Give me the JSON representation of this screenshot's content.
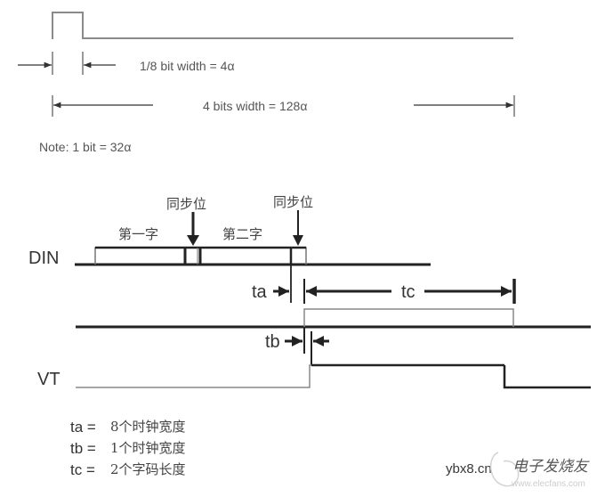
{
  "top_diagram": {
    "pulse_label": "1/8 bit width = 4α",
    "total_label": "4 bits width = 128α",
    "note": "Note: 1 bit = 32α",
    "colors": {
      "line": "#8a8a8a",
      "arrow": "#333333",
      "text": "#555555"
    }
  },
  "timing_diagram": {
    "signals": [
      {
        "name": "DIN"
      },
      {
        "name": ""
      },
      {
        "name": "VT"
      }
    ],
    "din_labels": {
      "word1": "第一字",
      "word2": "第二字",
      "sync1": "同步位",
      "sync2": "同步位"
    },
    "timing_labels": {
      "ta": "ta",
      "tb": "tb",
      "tc": "tc"
    },
    "colors": {
      "line": "#222222",
      "thin_line": "#888888"
    }
  },
  "legend": {
    "items": [
      {
        "key": "ta =",
        "value": "8个时钟宽度"
      },
      {
        "key": "tb =",
        "value": "1个时钟宽度"
      },
      {
        "key": "tc =",
        "value": "2个字码长度"
      }
    ]
  },
  "watermark": {
    "site1": "ybx8.cn",
    "site2_cn": "电子发烧友",
    "site2_url": "www.elecfans.com"
  }
}
